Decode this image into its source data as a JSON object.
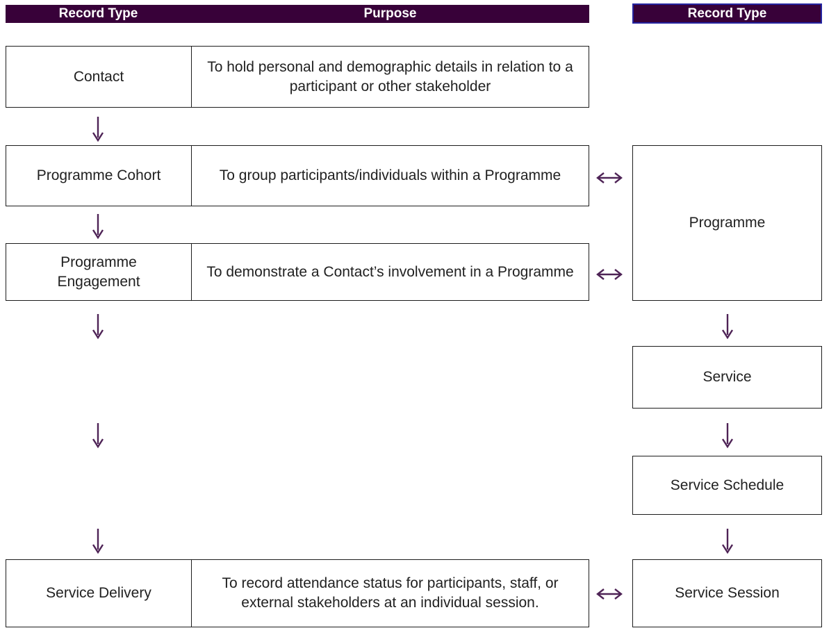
{
  "title": "Record types and purposes diagram",
  "colors": {
    "header_bg": "#380139",
    "header_text": "#FFFFFF",
    "selected_border": "#2424A0",
    "arrow": "#4E2356",
    "box_border": "#1C1C1C",
    "text": "#212121",
    "page_bg": "#FFFFFF"
  },
  "headers": {
    "left_record_type": "Record Type",
    "purpose": "Purpose",
    "right_record_type": "Record Type"
  },
  "rows": [
    {
      "record_type": "Contact",
      "purpose": "To hold personal and demographic details in relation to a participant or other stakeholder"
    },
    {
      "record_type": "Programme Cohort",
      "purpose": "To group participants/individuals within a Programme"
    },
    {
      "record_type": "Programme Engagement",
      "purpose": "To demonstrate a Contact’s involvement in a Programme"
    },
    {
      "record_type": "Service Delivery",
      "purpose": "To record attendance status for participants, staff, or external stakeholders at an individual session."
    }
  ],
  "right_column": {
    "boxes": [
      {
        "label": "Programme"
      },
      {
        "label": "Service"
      },
      {
        "label": "Service Schedule"
      },
      {
        "label": "Service Session"
      }
    ]
  },
  "icons": {
    "down_arrow": "↓",
    "left_right_arrow": "↔"
  }
}
